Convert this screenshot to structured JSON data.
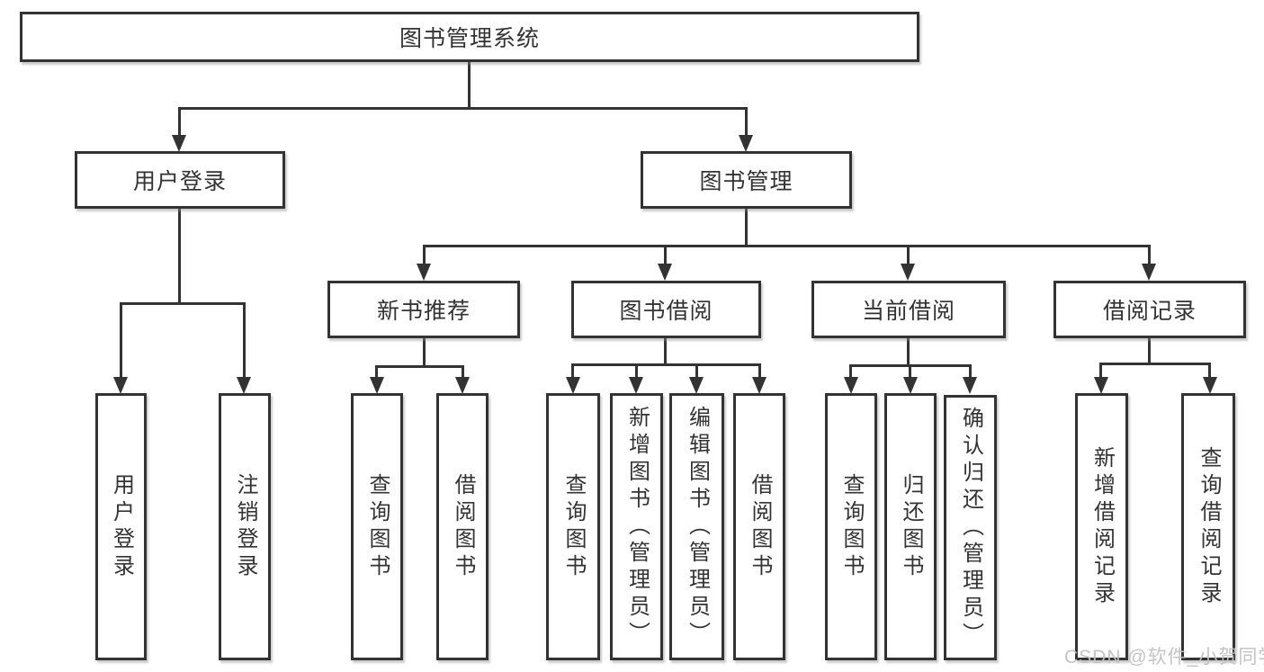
{
  "diagram_title": "图书管理系统",
  "nodes": {
    "root": {
      "label": "图书管理系统"
    },
    "user_login": {
      "label": "用户登录"
    },
    "book_management": {
      "label": "图书管理"
    },
    "new_book_recommend": {
      "label": "新书推荐"
    },
    "book_borrowing": {
      "label": "图书借阅"
    },
    "current_borrowing": {
      "label": "当前借阅"
    },
    "borrowing_records": {
      "label": "借阅记录"
    },
    "leaf_user_login": {
      "label": "用户登录"
    },
    "leaf_logout": {
      "label": "注销登录"
    },
    "leaf_newbook_query_books": {
      "label": "查询图书"
    },
    "leaf_newbook_borrow_books": {
      "label": "借阅图书"
    },
    "leaf_borrow_query_books": {
      "label": "查询图书"
    },
    "leaf_borrow_add_books_admin": {
      "label": "新增图书（管理员）"
    },
    "leaf_borrow_edit_books_admin": {
      "label": "编辑图书（管理员）"
    },
    "leaf_borrow_borrow_books": {
      "label": "借阅图书"
    },
    "leaf_current_query_books": {
      "label": "查询图书"
    },
    "leaf_current_return_books": {
      "label": "归还图书"
    },
    "leaf_current_confirm_return_admin": {
      "label": "确认归还（管理员）"
    },
    "leaf_records_add_record": {
      "label": "新增借阅记录"
    },
    "leaf_records_query_record": {
      "label": "查询借阅记录"
    }
  },
  "watermark": "CSDN @软件_小贺同学",
  "colors": {
    "line": "#333333",
    "text": "#333333",
    "box_background": "#ffffff",
    "watermark": "#c1c1c1",
    "page_background": "#ffffff"
  }
}
